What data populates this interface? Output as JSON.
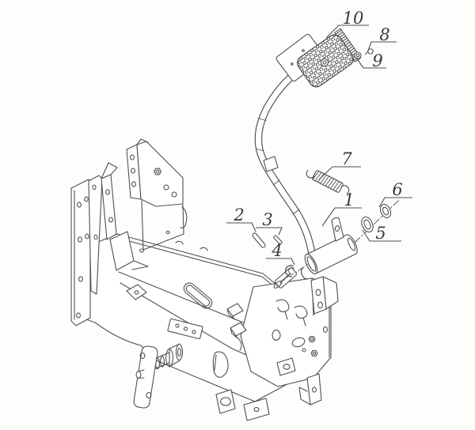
{
  "diagram": {
    "background_color": "#fdfdfc",
    "line_color": "#4f4f4f",
    "callout_color": "#3a3a3a",
    "callouts": {
      "c1": {
        "label": "1"
      },
      "c2": {
        "label": "2"
      },
      "c3": {
        "label": "3"
      },
      "c4": {
        "label": "4"
      },
      "c5": {
        "label": "5"
      },
      "c6": {
        "label": "6"
      },
      "c7": {
        "label": "7"
      },
      "c8": {
        "label": "8"
      },
      "c9": {
        "label": "9"
      },
      "c10": {
        "label": "10"
      }
    }
  }
}
